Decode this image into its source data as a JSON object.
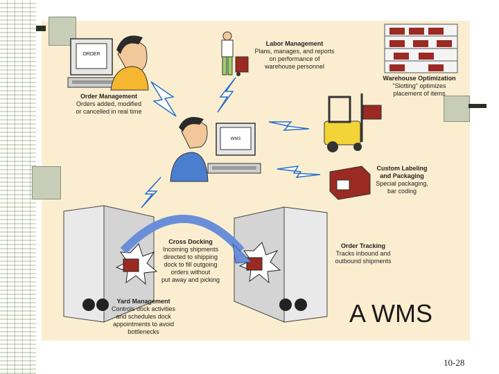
{
  "labels": {
    "order_management": {
      "title": "Order Management",
      "desc": "Orders added, modified\nor cancelled in real time"
    },
    "labor_management": {
      "title": "Labor Management",
      "desc": "Plans, manages, and reports\non performance of\nwarehouse personnel"
    },
    "warehouse_optimization": {
      "title": "Warehouse Optimization",
      "desc": "\"Slotting\" optimizes\nplacement of items"
    },
    "custom_labeling": {
      "title": "Custom Labeling\nand Packaging",
      "desc": "Special packaging,\nbar coding"
    },
    "cross_docking": {
      "title": "Cross Docking",
      "desc": "Incoming shipments\ndirected to shipping\ndock to fill outgoing\norders without\nput away and picking"
    },
    "order_tracking": {
      "title": "Order Tracking",
      "desc": "Tracks inbound and\noutbound shipments"
    },
    "yard_management": {
      "title": "Yard Management",
      "desc": "Controls dock activities\nand schedules dock\nappointments to avoid\nbottlenecks"
    }
  },
  "screens": {
    "order_screen": "ORDER",
    "wms_screen": "WMS"
  },
  "main_title": "A WMS",
  "slide_number": "10-28",
  "colors": {
    "panel": "#fbeed0",
    "shirt": "#f5b730",
    "shirt_blue": "#4a7fd0",
    "forklift": "#f2d338",
    "crate": "#9a2a22",
    "arrow": "#6a8fd8"
  }
}
